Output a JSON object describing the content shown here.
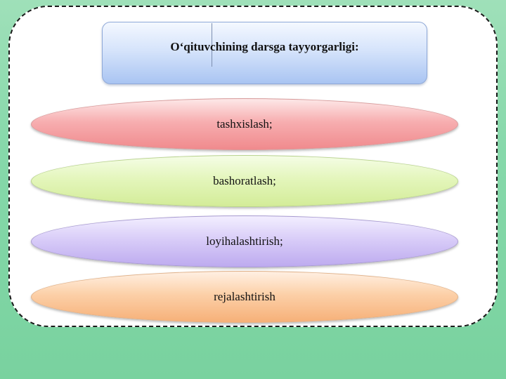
{
  "title": "O‘qituvchining darsga tayyorgarligi:",
  "items": [
    {
      "label": "tashxislash;",
      "color": "#f29a9c"
    },
    {
      "label": "bashoratlash;",
      "color": "#e1f4b4"
    },
    {
      "label": "loyihalashtirish;",
      "color": "#cfc1f4"
    },
    {
      "label": "rejalashtirish",
      "color": "#f9c494"
    }
  ],
  "background_color": "#86d8aa"
}
